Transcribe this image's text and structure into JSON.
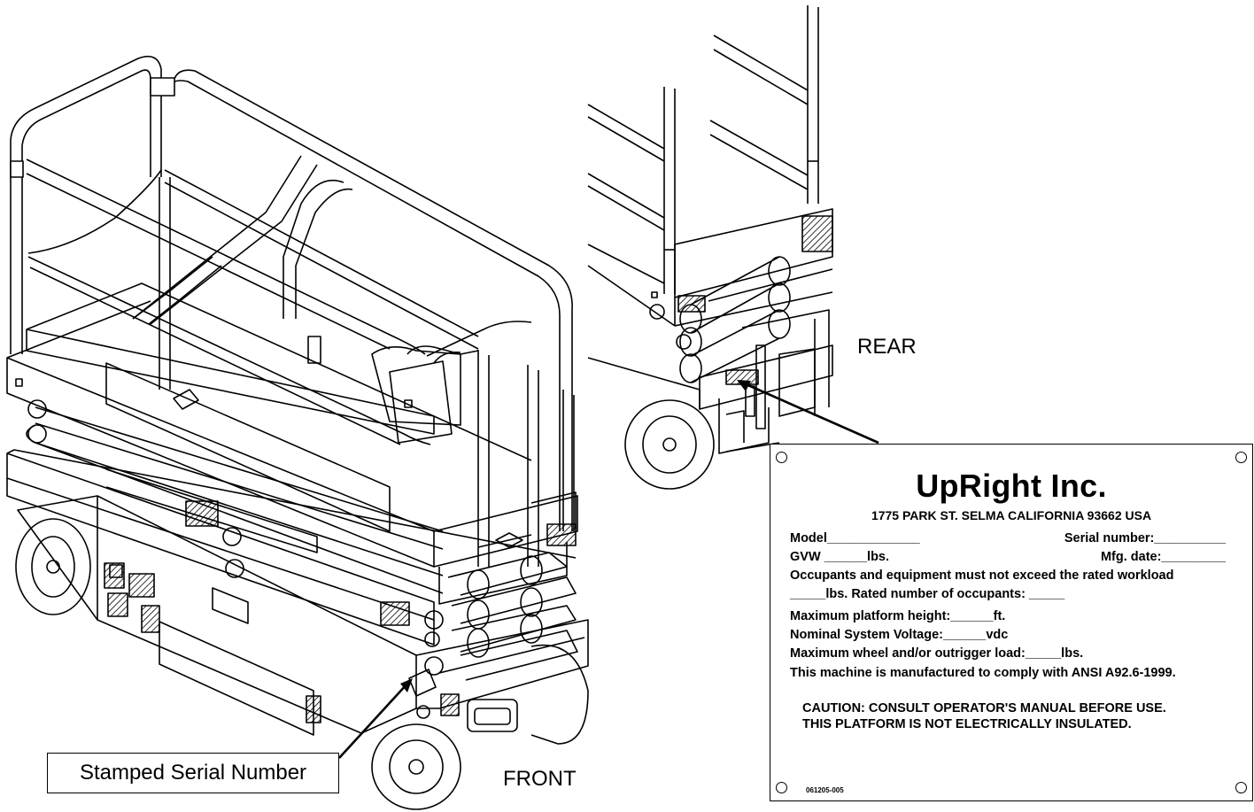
{
  "labels": {
    "front": "FRONT",
    "rear": "REAR",
    "stamped_serial": "Stamped Serial Number"
  },
  "plate": {
    "brand": "UpRight  Inc.",
    "address": "1775 PARK ST. SELMA  CALIFORNIA  93662  USA",
    "model": "Model_____________",
    "serial_number": "Serial number:__________",
    "gvw": "GVW ______lbs.",
    "mfg_date": "Mfg. date:_________",
    "occupants_line1": "Occupants and equipment must not exceed the rated workload",
    "occupants_line2": "_____lbs.  Rated number of occupants: _____",
    "max_height": "Maximum platform height:______ft.",
    "voltage": "Nominal System Voltage:______vdc",
    "wheel_load": "Maximum wheel and/or outrigger load:_____lbs.",
    "ansi": "This machine is manufactured to comply with ANSI A92.6-1999.",
    "caution1": "CAUTION: CONSULT OPERATOR'S MANUAL BEFORE USE.",
    "caution2": "THIS PLATFORM IS NOT ELECTRICALLY INSULATED.",
    "part_code": "061205-005"
  }
}
